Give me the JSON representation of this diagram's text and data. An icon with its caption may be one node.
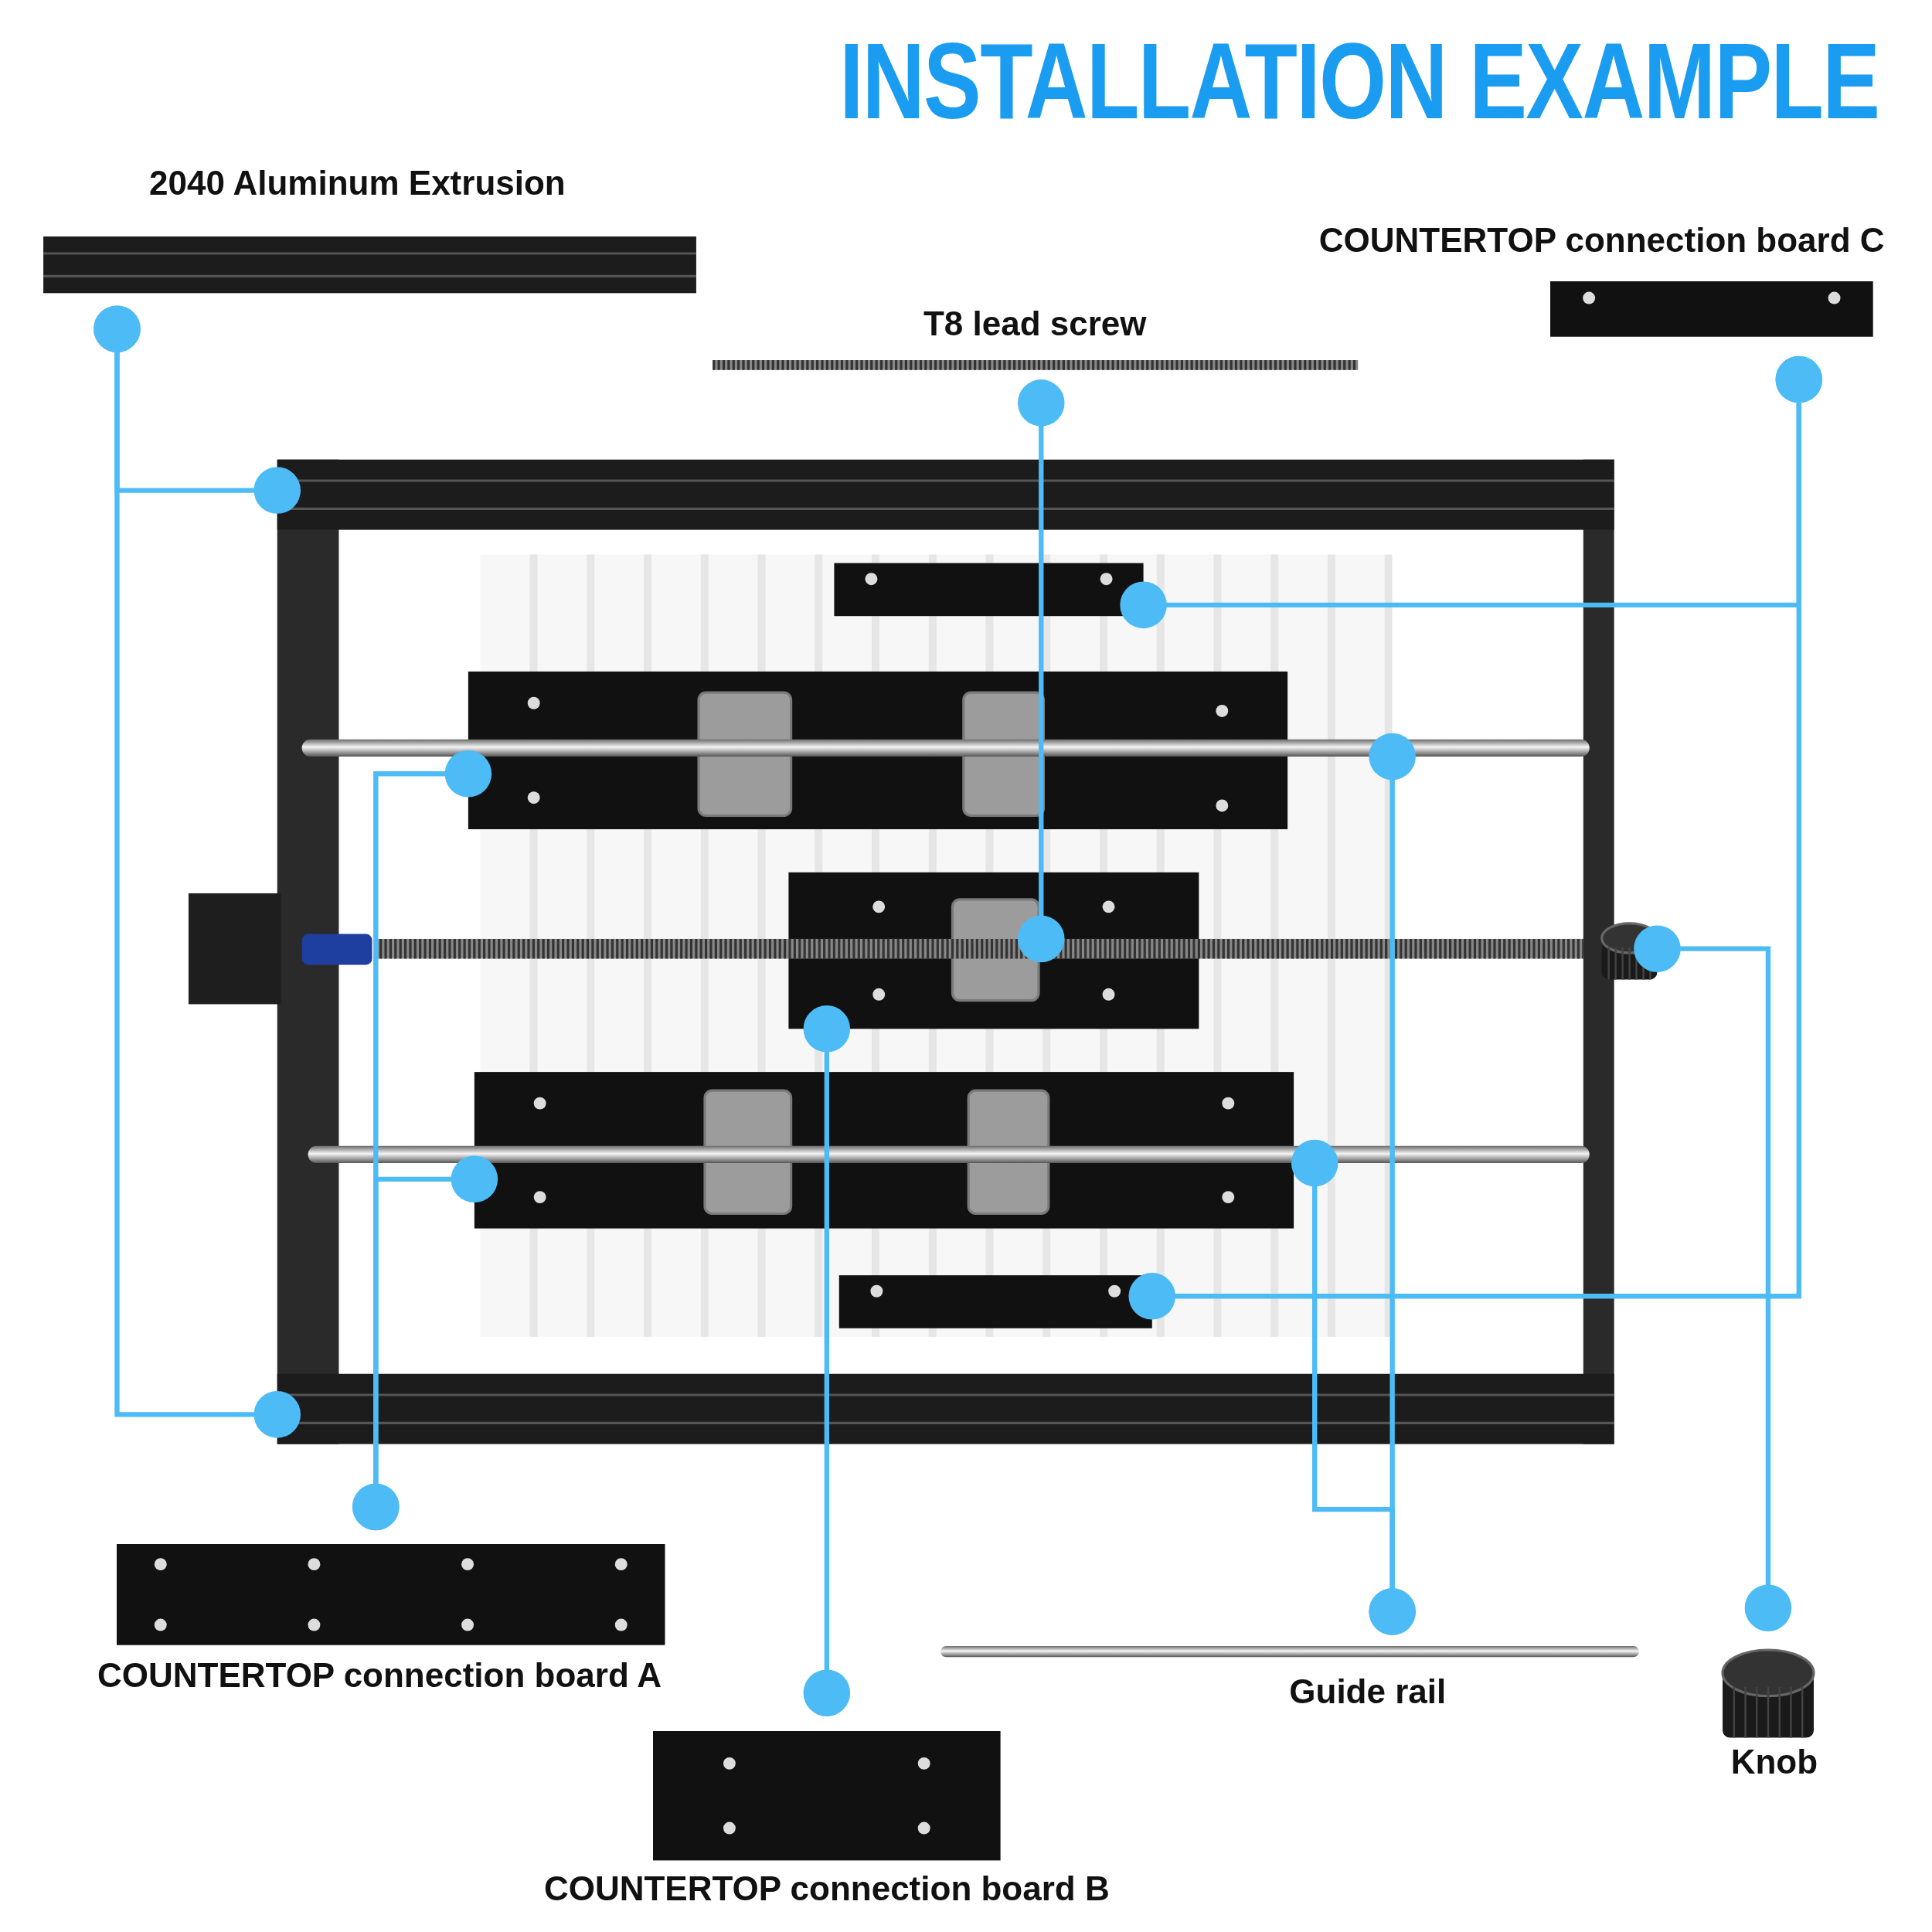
{
  "diagram": {
    "title": "INSTALLATION EXAMPLE",
    "nodes": [
      {
        "text": [
          "2040 Aluminum Extrusion"
        ]
      },
      {
        "text": [
          "COUNTERTOP connection board C"
        ]
      },
      {
        "text": [
          "T8 lead screw"
        ]
      },
      {
        "text": [
          "COUNTERTOP connection board A"
        ]
      },
      {
        "text": [
          "COUNTERTOP connection board B"
        ]
      },
      {
        "text": [
          "Guide rail"
        ]
      },
      {
        "text": [
          "Knob"
        ]
      },
      {
        "text": [],
        "shape": "picture"
      },
      {
        "text": [],
        "shape": "picture"
      },
      {
        "text": [],
        "shape": "picture"
      },
      {
        "text": [],
        "shape": "picture"
      },
      {
        "text": [],
        "shape": "picture"
      },
      {
        "text": [],
        "shape": "picture"
      },
      {
        "text": [],
        "shape": "picture"
      },
      {
        "text": [],
        "shape": "picture"
      },
      {
        "text": [],
        "shape": "picture"
      },
      {
        "text": [],
        "shape": "picture"
      },
      {
        "text": [],
        "shape": "picture"
      }
    ],
    "edges": [
      {
        "from": 0,
        "to": 7,
        "arrow": "other"
      },
      {
        "from": 0,
        "to": 8,
        "arrow": "other"
      },
      {
        "from": 1,
        "to": 9,
        "arrow": "other"
      },
      {
        "from": 1,
        "to": 10,
        "arrow": "other"
      },
      {
        "from": 2,
        "to": 11,
        "arrow": "other"
      },
      {
        "from": 3,
        "to": 12,
        "arrow": "other"
      },
      {
        "from": 3,
        "to": 13,
        "arrow": "other"
      },
      {
        "from": 4,
        "to": 14,
        "arrow": "other"
      },
      {
        "from": 5,
        "to": 15,
        "arrow": "other"
      },
      {
        "from": 5,
        "to": 16,
        "arrow": "other"
      },
      {
        "from": 6,
        "to": 17,
        "arrow": "other"
      }
    ]
  }
}
